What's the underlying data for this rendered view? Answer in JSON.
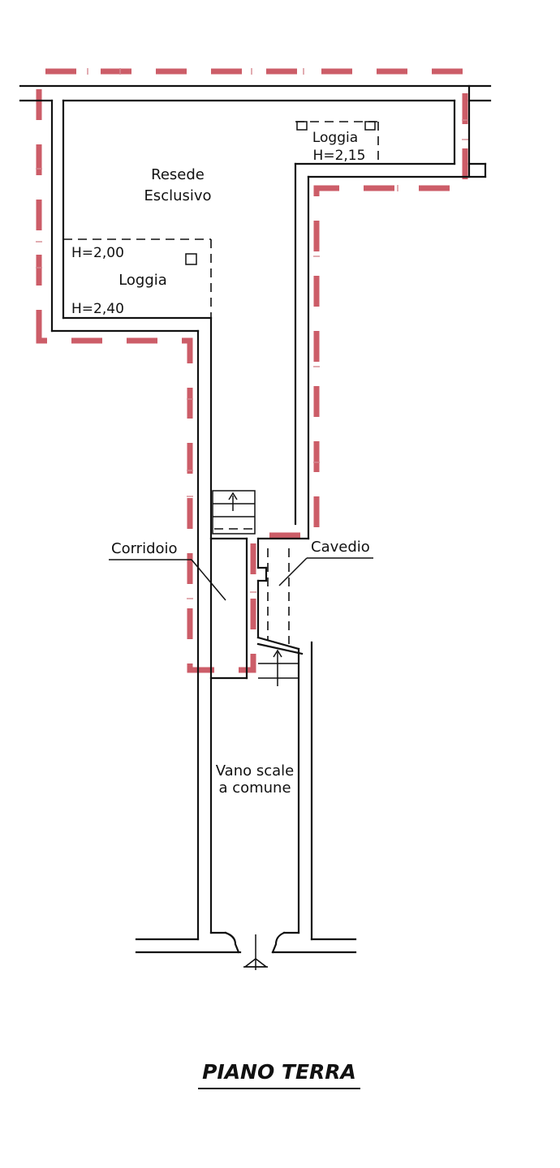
{
  "plan": {
    "title": "PIANO TERRA",
    "rooms": {
      "resede": [
        "Resede",
        "Esclusivo"
      ],
      "loggia_top": "Loggia",
      "loggia_top_height": "H=2,15",
      "loggia_left_height_top": "H=2,00",
      "loggia_left": "Loggia",
      "loggia_left_height_bottom": "H=2,40",
      "corridoio": "Corridoio",
      "cavedio": "Cavedio",
      "vano_scale": [
        "Vano scale",
        "a comune"
      ]
    },
    "colors": {
      "boundary": "#c95460",
      "walls": "#111111"
    }
  }
}
